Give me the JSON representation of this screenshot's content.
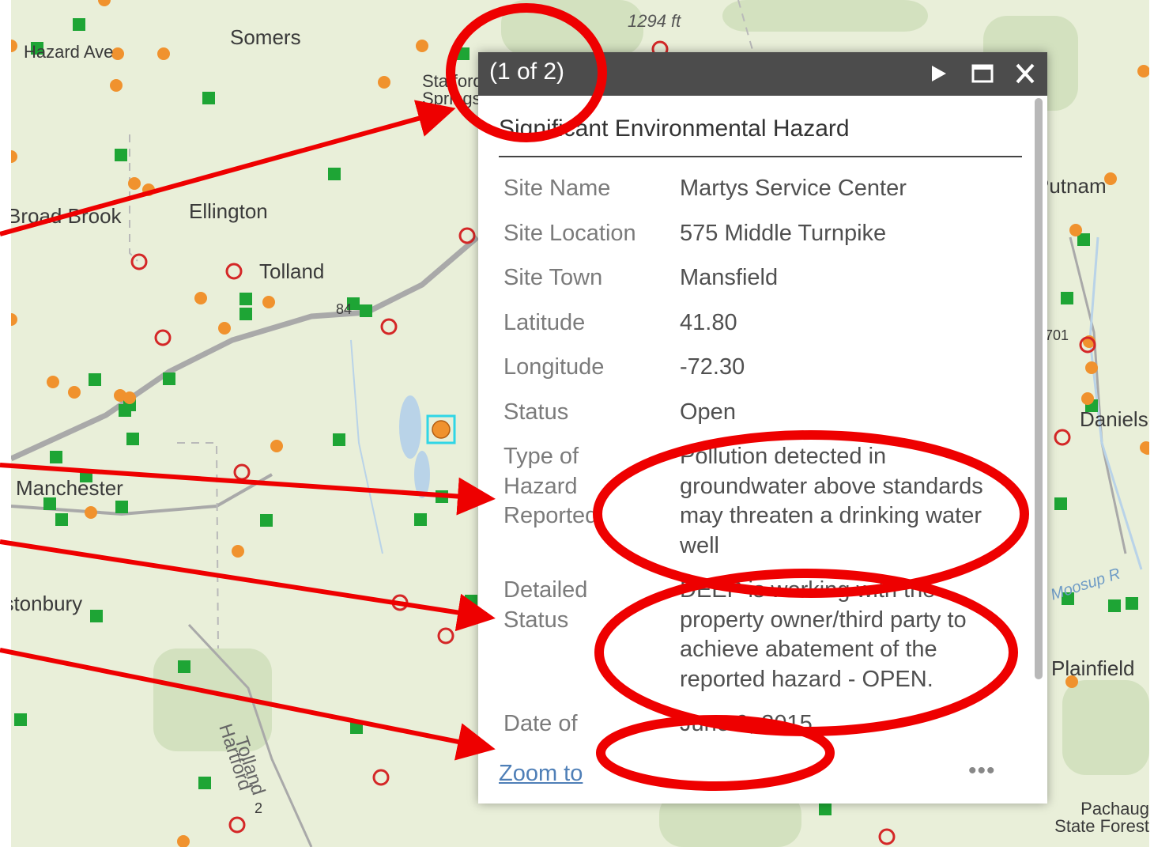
{
  "map": {
    "labels": {
      "somers": "Somers",
      "hazard_ave": "Hazard Ave",
      "stafford_springs": "Stafford Springs",
      "elevation": "1294 ft",
      "ellington": "Ellington",
      "broad_brook": "Broad Brook",
      "tolland": "Tolland",
      "route_84": "84",
      "manchester": "Manchester",
      "glastonbury": "Glastonbury",
      "tolland_county": "Tolland",
      "hartford_county": "Hartford",
      "route_2": "2",
      "putnam": "Putnam",
      "number_701": "701",
      "danielson": "Danielson",
      "moosup_river": "Moosup R",
      "plainfield": "Plainfield",
      "pachaug_state_forest": "Pachaug State Forest"
    },
    "colors": {
      "background": "#e9efd9",
      "forest": "#c9dcb4",
      "road": "#a9a9a9",
      "water": "#b9d3e8",
      "orange_dot": "#f0922e",
      "green_square": "#1ea535",
      "red_ring": "#d42727",
      "selection": "#2fd6e6"
    }
  },
  "popup": {
    "feature_count": "(1 of 2)",
    "title": "Significant Environmental Hazard",
    "next_icon": "play-icon",
    "maximize_icon": "maximize-icon",
    "close_icon": "close-icon",
    "fields": [
      {
        "label": "Site Name",
        "value": "Martys Service Center"
      },
      {
        "label": "Site Location",
        "value": "575 Middle Turnpike"
      },
      {
        "label": "Site Town",
        "value": "Mansfield"
      },
      {
        "label": "Latitude",
        "value": "41.80"
      },
      {
        "label": "Longitude",
        "value": "-72.30"
      },
      {
        "label": "Status",
        "value": "Open"
      },
      {
        "label": "Type of Hazard Reported",
        "value": "Pollution detected in groundwater above standards may threaten a drinking water well"
      },
      {
        "label": "Detailed Status",
        "value": "DEEP is working with the property owner/third party to achieve abatement of the reported hazard - OPEN."
      },
      {
        "label": "Date of",
        "value": "June 9, 2015"
      }
    ],
    "zoom_label": "Zoom to",
    "more_label": "•••"
  },
  "annotation": {
    "color": "#ee0000"
  }
}
